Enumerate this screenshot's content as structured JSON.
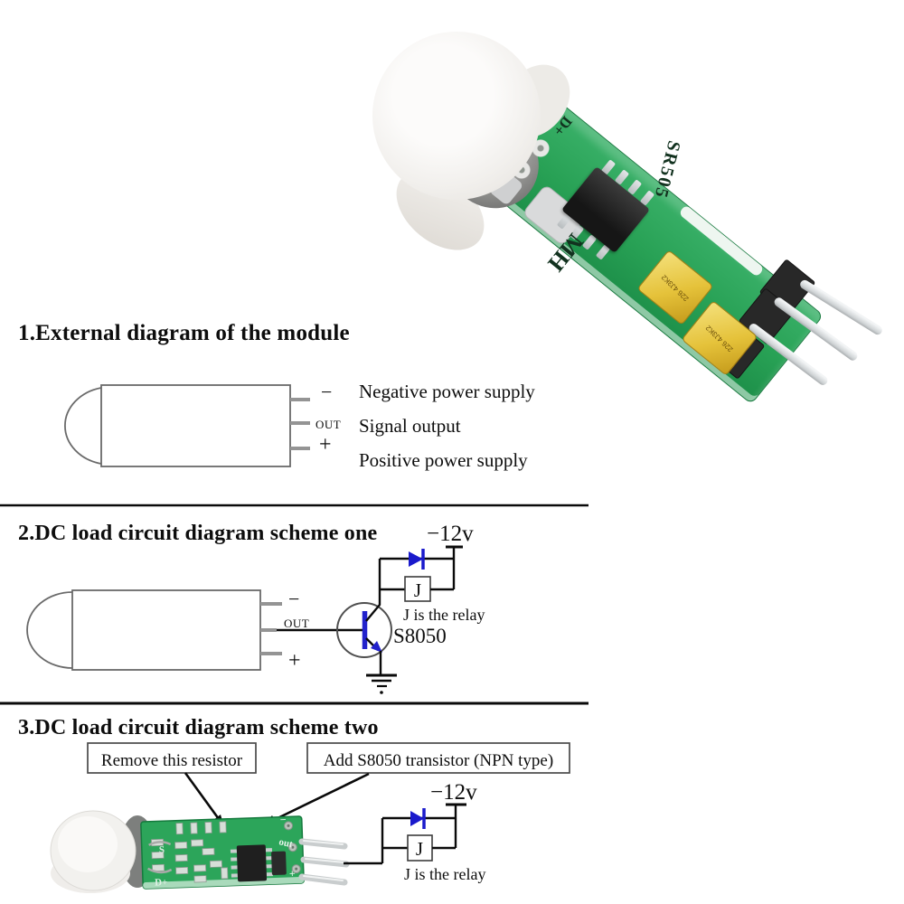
{
  "photo": {
    "silkscreen": {
      "d_plus": "D+",
      "s": "S",
      "model": "SR505",
      "brand": "MH"
    },
    "cap_marking": "226 4J3K2",
    "colors": {
      "pcb_green": "#28a155",
      "cap_yellow": "#e5c23a",
      "dome_white": "#f2f0ed",
      "pin_silver": "#d3d6d8",
      "header_black": "#282828"
    }
  },
  "section1": {
    "title": "1.External diagram of the module",
    "pins": [
      {
        "label": "−",
        "desc": "Negative power supply"
      },
      {
        "label": "OUT",
        "desc": "Signal output"
      },
      {
        "label": "+",
        "desc": "Positive power supply"
      }
    ]
  },
  "section2": {
    "title": "2.DC load circuit diagram scheme one",
    "voltage": "−12v",
    "pin_minus": "−",
    "pin_out": "OUT",
    "pin_plus": "+",
    "relay": "J",
    "relay_note": "J is the relay",
    "transistor": "S8050"
  },
  "section3": {
    "title": "3.DC load circuit diagram scheme two",
    "callout_remove": "Remove this resistor",
    "callout_add": "Add S8050 transistor (NPN type)",
    "voltage": "−12v",
    "relay": "J",
    "relay_note": "J is the relay",
    "pcb": {
      "out": "out",
      "s": "S",
      "d_plus": "D+",
      "minus": "−",
      "plus": "+"
    }
  },
  "colors": {
    "line_black": "#0a0a0a",
    "diode_blue": "#1a1acc",
    "transistor_blue": "#2222cc",
    "divider_black": "#0a0a0a"
  }
}
